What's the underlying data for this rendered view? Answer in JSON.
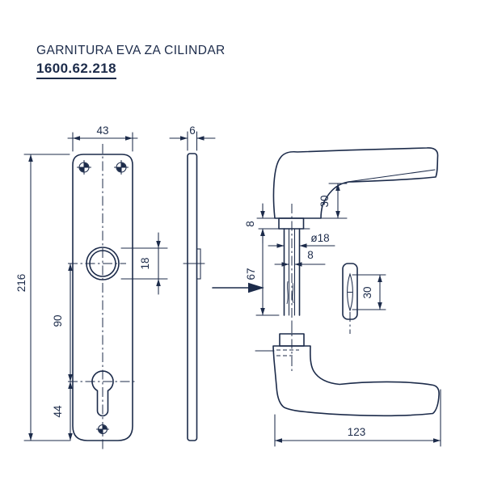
{
  "title": {
    "name": "GARNITURA EVA ZA CILINDAR",
    "code": "1600.62.218"
  },
  "colors": {
    "ink": "#1c2b4a",
    "background": "#ffffff"
  },
  "drawing": {
    "plate_front": {
      "width": "43",
      "height": "216",
      "handle_hole_dia": "18",
      "handle_to_cylinder": "90",
      "cylinder_to_bottom": "44"
    },
    "plate_side": {
      "thickness": "6"
    },
    "handle_top": {
      "neck_height": "30",
      "collar_height": "8",
      "neck_dia": "ø18",
      "spindle_square": "8",
      "spindle_length": "67"
    },
    "grip_section": {
      "height": "30"
    },
    "handle_side": {
      "length": "123"
    }
  }
}
